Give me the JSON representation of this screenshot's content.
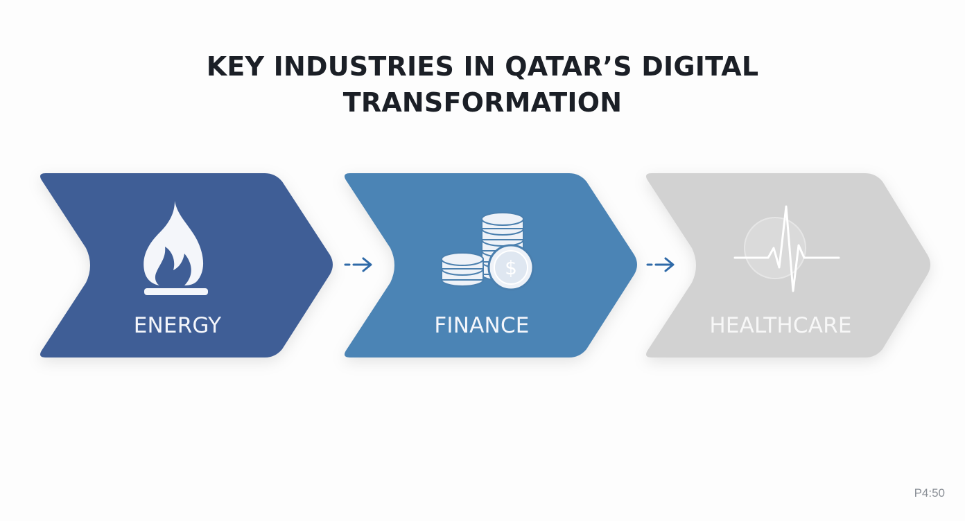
{
  "title_lines": [
    "KEY INDUSTRIES IN QATAR’S DIGITAL",
    "TRANSFORMATION"
  ],
  "steps": [
    {
      "label": "ENERGY",
      "color": "#3f5e96",
      "icon": "flame-icon"
    },
    {
      "label": "FINANCE",
      "color": "#4b84b5",
      "icon": "coins-icon"
    },
    {
      "label": "HEALTHCARE",
      "color": "#d2d2d2",
      "icon": "heartbeat-icon"
    }
  ],
  "connector_color": "#2f6aa8",
  "page_number": "P4:50"
}
